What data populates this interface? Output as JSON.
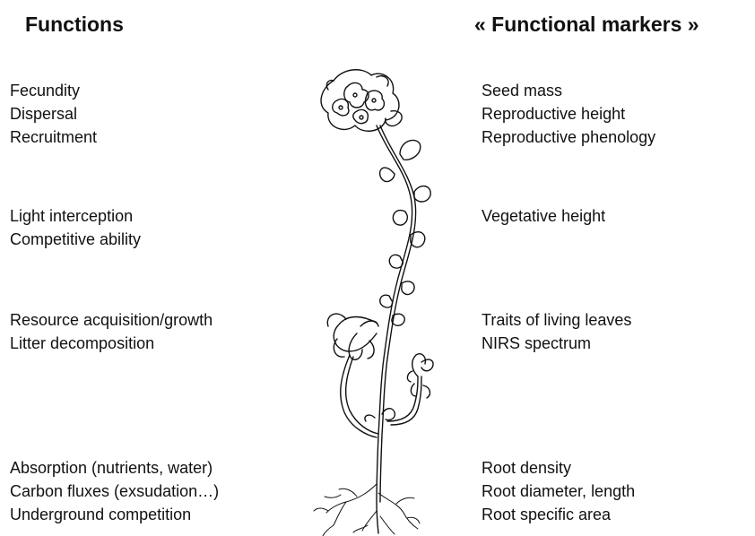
{
  "headings": {
    "functions": "Functions",
    "markers": "« Functional markers »"
  },
  "functions": [
    [
      "Fecundity",
      "Dispersal",
      "Recruitment"
    ],
    [
      "Light interception",
      "Competitive ability"
    ],
    [
      "Resource acquisition/growth",
      "Litter decomposition"
    ],
    [
      "Absorption (nutrients, water)",
      "Carbon fluxes (exsudation…)",
      "Underground competition"
    ]
  ],
  "markers": [
    [
      "Seed mass",
      "Reproductive height",
      "Reproductive phenology"
    ],
    [
      "Vegetative height"
    ],
    [
      "Traits of living leaves",
      "NIRS spectrum"
    ],
    [
      "Root density",
      "Root diameter, length",
      "Root specific area"
    ]
  ]
}
